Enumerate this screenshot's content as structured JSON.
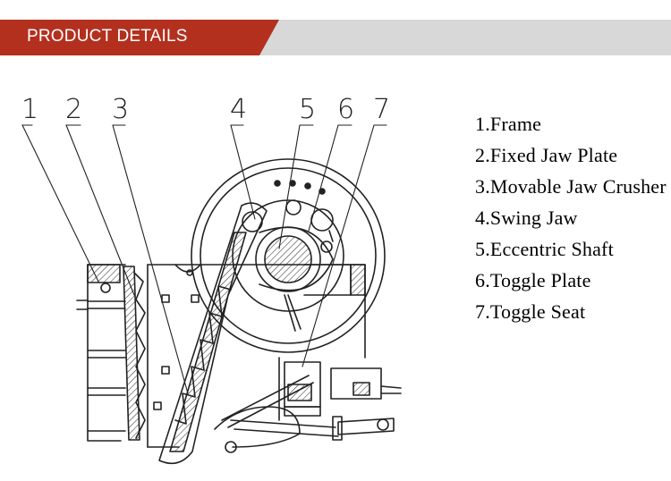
{
  "header": {
    "title": "PRODUCT DETAILS",
    "band_color": "#d8d8d8",
    "accent_color": "#b3301f"
  },
  "diagram": {
    "callouts": [
      "1",
      "2",
      "3",
      "4",
      "5",
      "6",
      "7"
    ],
    "line_color": "#222222"
  },
  "legend": {
    "items": [
      "1.Frame",
      "2.Fixed Jaw Plate",
      "3.Movable Jaw Crusher",
      "4.Swing Jaw",
      "5.Eccentric Shaft",
      "6.Toggle Plate",
      "7.Toggle Seat"
    ]
  }
}
